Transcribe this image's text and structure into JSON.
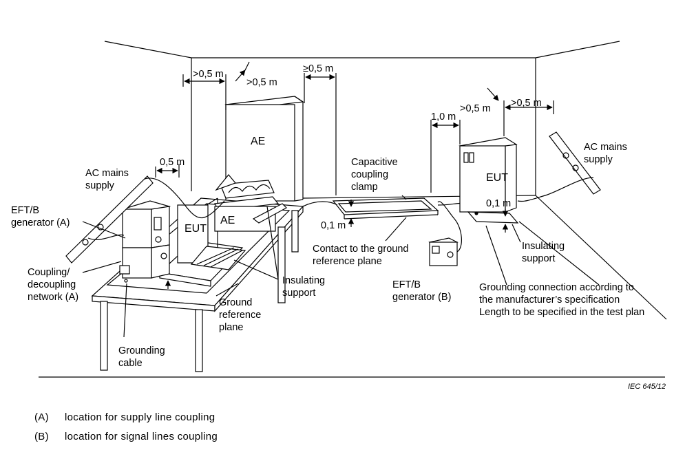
{
  "labels": {
    "ae_tower": "AE",
    "ae_table": "AE",
    "eut_table": "EUT",
    "eut_floor": "EUT",
    "ac_mains_left": [
      "AC mains",
      "supply"
    ],
    "ac_mains_right": [
      "AC mains",
      "supply"
    ],
    "eft_gen_a": [
      "EFT/B",
      "generator (A)"
    ],
    "coupling_network": [
      "Coupling/",
      "decoupling",
      "network (A)"
    ],
    "grounding_cable": [
      "Grounding",
      "cable"
    ],
    "ground_reference_plane": [
      "Ground",
      "reference",
      "plane"
    ],
    "insulating_support_table": [
      "Insulating",
      "support"
    ],
    "capacitive_clamp": [
      "Capacitive",
      "coupling",
      "clamp"
    ],
    "contact_ground": [
      "Contact to the ground",
      "reference plane"
    ],
    "eft_gen_b": [
      "EFT/B",
      "generator (B)"
    ],
    "insulating_support_floor": [
      "Insulating",
      "support"
    ],
    "grounding_connection": [
      "Grounding connection according to",
      "the manufacturer’s specification",
      "Length to be specified in the test plan"
    ]
  },
  "dimensions": {
    "d_ae_left": ">0,5 m",
    "d_ae_right": ">0,5 m",
    "d_clamp": "≥0,5 m",
    "d_table_half": "0,5 m",
    "d_clamp_height": "0,1 m",
    "d_eut_one": "1,0 m",
    "d_eut_mid": ">0,5 m",
    "d_eut_right": ">0,5 m",
    "d_eut_height": "0,1 m"
  },
  "reference": "IEC   645/12",
  "legend": [
    {
      "key": "(A)",
      "text": "location for supply line coupling"
    },
    {
      "key": "(B)",
      "text": "location for signal lines coupling"
    }
  ]
}
